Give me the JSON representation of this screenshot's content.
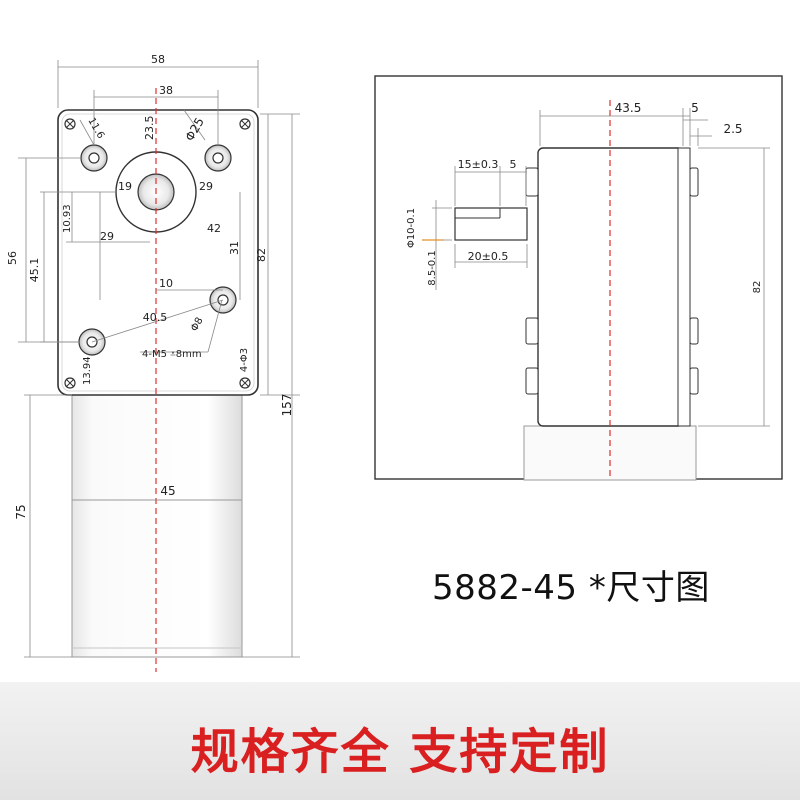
{
  "front_view": {
    "dims": {
      "d58": "58",
      "d38": "38",
      "d23_5": "23.5",
      "phi25": "Φ25",
      "d11_6": "11.6",
      "d19": "19",
      "d29a": "29",
      "d10_93": "10.93",
      "d29b": "29",
      "d42": "42",
      "d56": "56",
      "d45_1": "45.1",
      "d31": "31",
      "d82": "82",
      "d10": "10",
      "d40_5": "40.5",
      "phi8": "Φ8",
      "d4phi3": "4-Φ3",
      "m5": "4-M5 ⩡8mm",
      "d13_94": "13.94",
      "d157": "157",
      "d45": "45",
      "d75": "75"
    }
  },
  "side_view": {
    "dims": {
      "d43_5": "43.5",
      "d5a": "5",
      "d2_5": "2.5",
      "d15": "15±0.3",
      "d5b": "5",
      "phi10": "Φ10-0.1",
      "d8_5": "8.5-0.1",
      "d20": "20±0.5",
      "d82": "82"
    }
  },
  "caption": "5882-45  *尺寸图",
  "banner": {
    "slogan": "规格齐全 支持定制",
    "slogan_color": "#d91f1f"
  },
  "colors": {
    "centerline": "#e0302a",
    "outline": "#333333",
    "dim_line": "#888888"
  }
}
